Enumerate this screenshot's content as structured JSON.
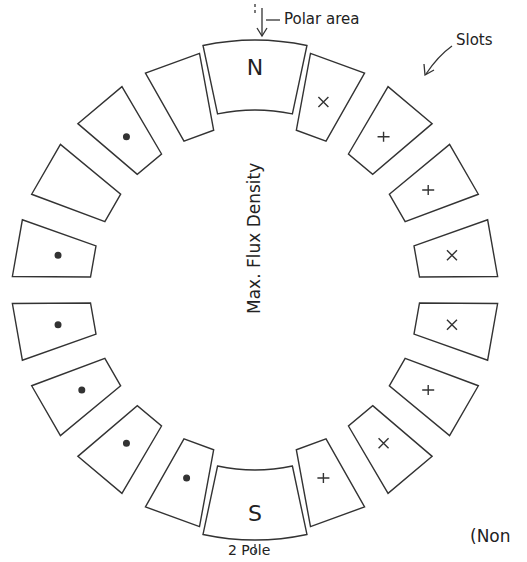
{
  "diagram": {
    "nodes": [
      {
        "text": [
          "N"
        ]
      },
      {
        "text": [
          "S"
        ]
      }
    ],
    "labels": [
      "Polar area",
      "Slots",
      "Max. Flux Density",
      "2 Pole",
      "(Non"
    ]
  }
}
